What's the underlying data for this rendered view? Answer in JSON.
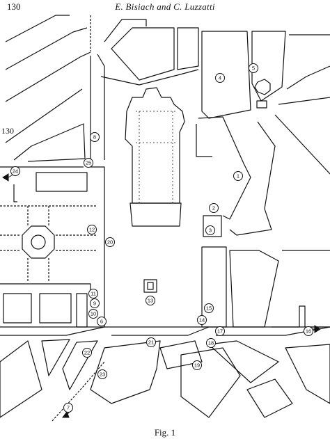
{
  "header": {
    "page_number": "130",
    "running_head": "E. Bisiach and C. Luzzatti"
  },
  "margin_mark": "130",
  "caption": "Fig. 1",
  "landmarks": [
    "1",
    "2",
    "3",
    "4",
    "5",
    "6",
    "7",
    "8",
    "9",
    "10",
    "11",
    "12",
    "13",
    "14",
    "15",
    "16",
    "17",
    "18",
    "19",
    "20",
    "21",
    "22",
    "23",
    "24",
    "25"
  ],
  "colors": {
    "ink": "#111111",
    "paper": "#ffffff"
  },
  "icons": [
    "arrow-left-icon",
    "arrow-right-icon",
    "arrow-down-left-icon"
  ]
}
